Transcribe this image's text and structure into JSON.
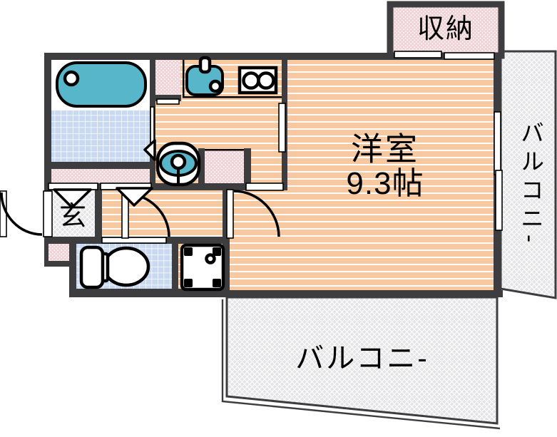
{
  "title": "apartment-floor-plan",
  "rooms": {
    "closet": {
      "label": "収納"
    },
    "western_room": {
      "label": "洋室",
      "size": "9.3帖"
    },
    "entrance": {
      "label": "玄"
    },
    "balcony_right": {
      "label": "バルコニ-"
    },
    "balcony_bottom": {
      "label": "バルコニ-"
    }
  },
  "fixtures": [
    "bathtub",
    "bath-faucet",
    "kitchen-sink",
    "sink-faucet",
    "gas-stove-2-burner",
    "washbasin",
    "toilet",
    "washing-machine-pan",
    "entrance-door-swing",
    "hall-door-swing",
    "room-door-swing",
    "sliding-window",
    "closet-doors",
    "entrance-step-marker",
    "hall-step-marker",
    "bath-door-marker"
  ],
  "colors": {
    "wall": "#3d3d3f",
    "room_floor": "#f7c9a1",
    "tile_floor": "#c9d9f1",
    "fixture_teal": "#58b6cb",
    "closet_pink": "#f0d3d7",
    "balcony_gray": "#e4e4e6",
    "outline": "#000000",
    "background": "#ffffff"
  }
}
